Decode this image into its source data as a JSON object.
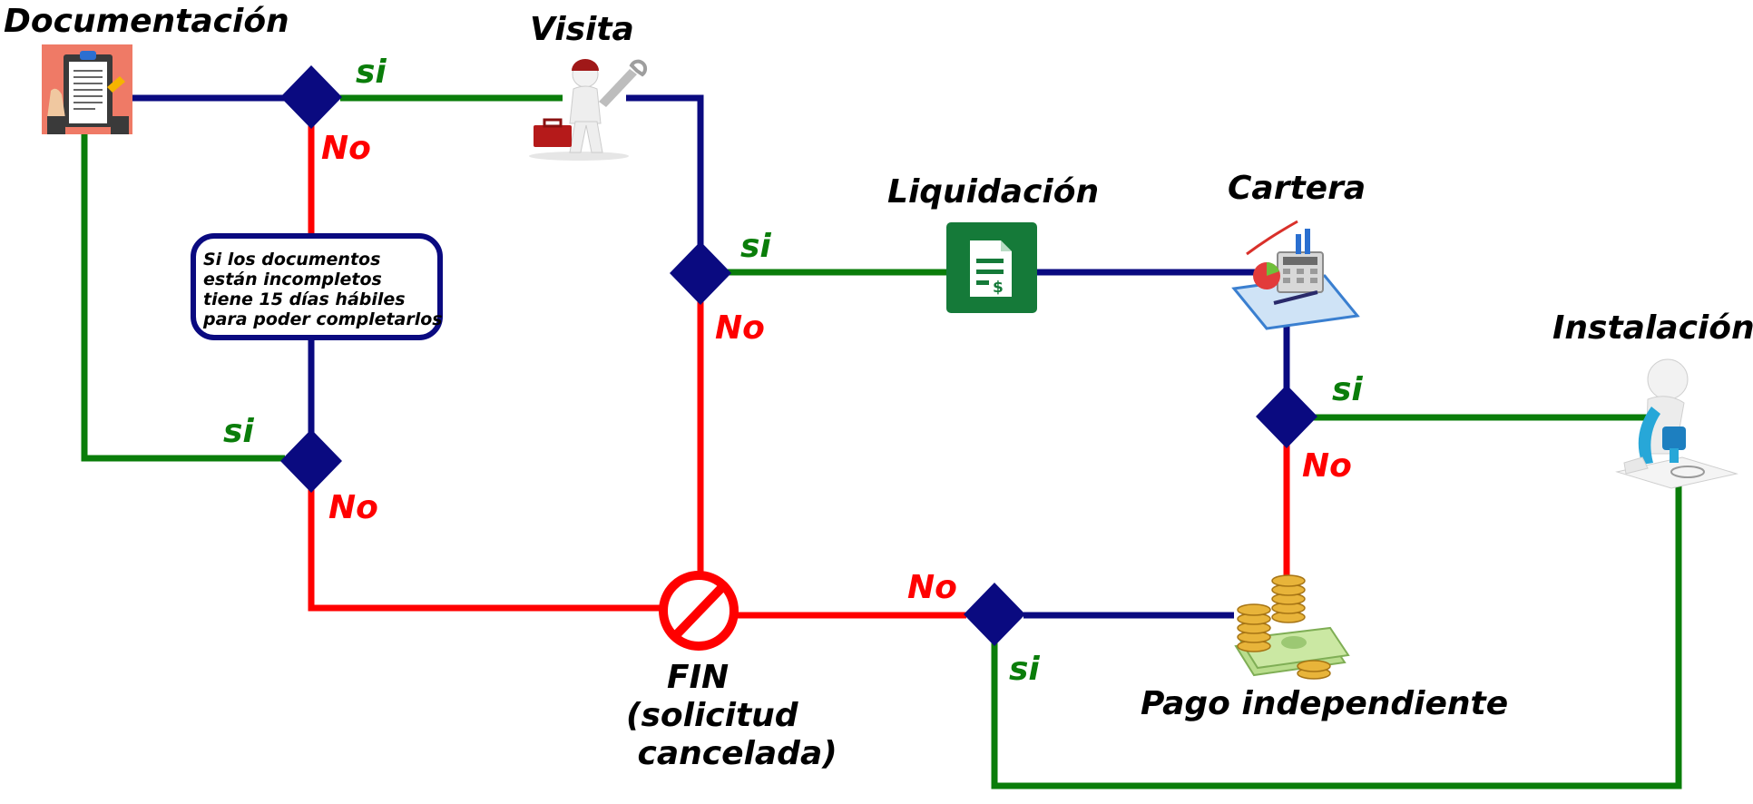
{
  "colors": {
    "yes": "#0a7d0a",
    "no": "#ff0000",
    "neutral": "#0a0a80",
    "note_border": "#0a0a80"
  },
  "nodes": {
    "documentacion": "Documentación",
    "visita": "Visita",
    "liquidacion": "Liquidación",
    "cartera": "Cartera",
    "instalacion": "Instalación",
    "pago": "Pago independiente",
    "fin": [
      "FIN",
      "(solicitud",
      " cancelada)"
    ]
  },
  "note": [
    "Si los documentos",
    "están incompletos",
    "tiene 15 días hábiles",
    "para poder completarlos"
  ],
  "decisions": {
    "d1": {
      "yes": "si",
      "no": "No"
    },
    "d2": {
      "yes": "si",
      "no": "No"
    },
    "d3": {
      "yes": "si",
      "no": "No"
    },
    "d4": {
      "yes": "si",
      "no": "No"
    },
    "d5": {
      "yes": "si",
      "no": "No"
    }
  },
  "icons": {
    "documentacion": "clipboard-icon",
    "visita": "technician-icon",
    "liquidacion": "invoice-icon",
    "cartera": "accounting-icon",
    "instalacion": "installer-icon",
    "pago": "money-icon",
    "fin": "prohibited-icon"
  }
}
